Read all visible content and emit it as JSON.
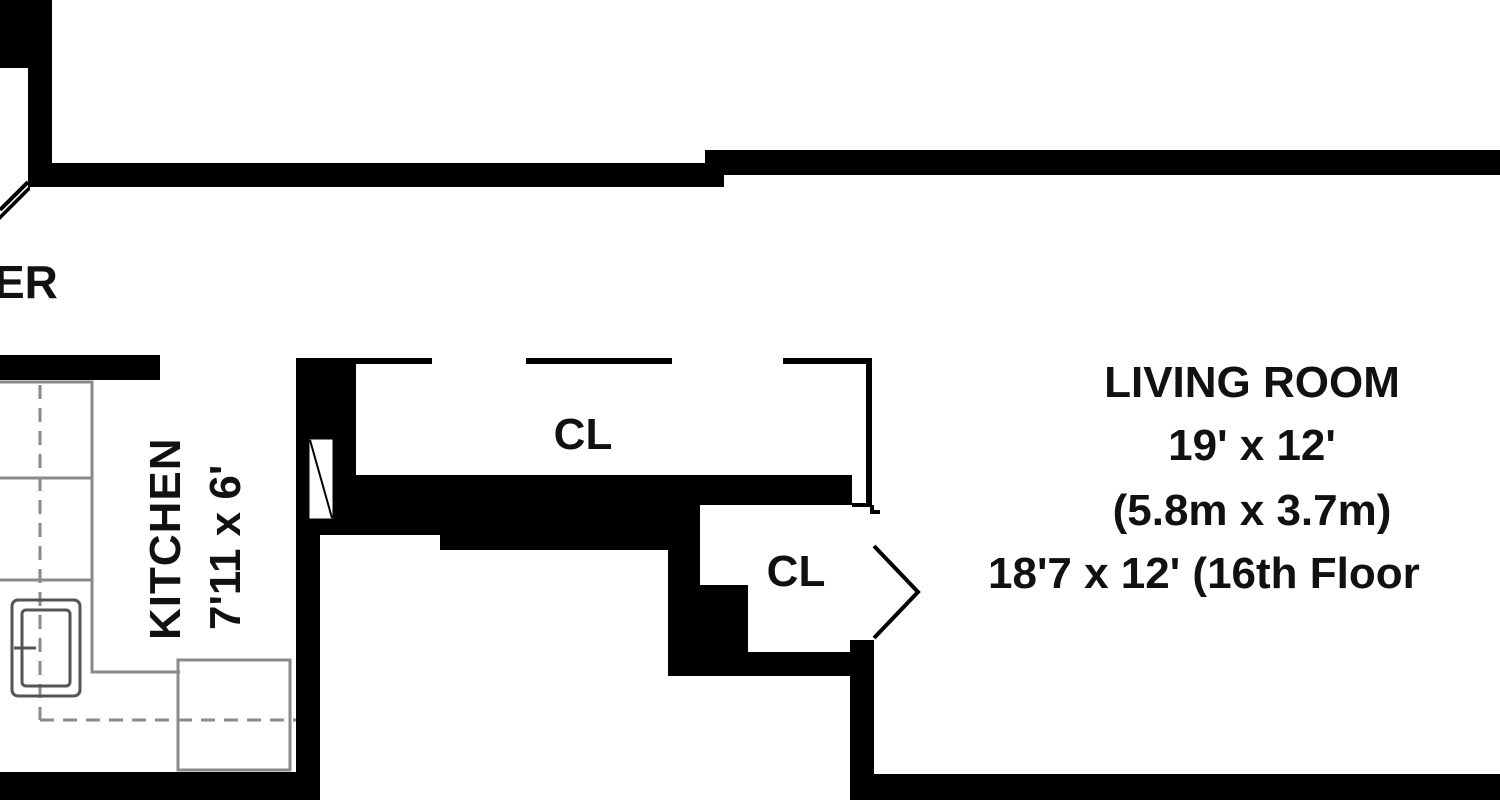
{
  "rooms": {
    "partial_label": "ER",
    "kitchen": {
      "name": "KITCHEN",
      "dimensions": "7'11 x 6'"
    },
    "closet_upper": {
      "label": "CL"
    },
    "closet_lower": {
      "label": "CL"
    },
    "living_room": {
      "name": "LIVING ROOM",
      "dimensions_ft": "19' x 12'",
      "dimensions_m": "(5.8m x 3.7m)",
      "alt_dimensions": "18'7 x 12' (16th Floor"
    }
  },
  "colors": {
    "wall": "#000000",
    "fixture_line": "#8a8a8a",
    "background": "#ffffff",
    "text": "#111111"
  }
}
